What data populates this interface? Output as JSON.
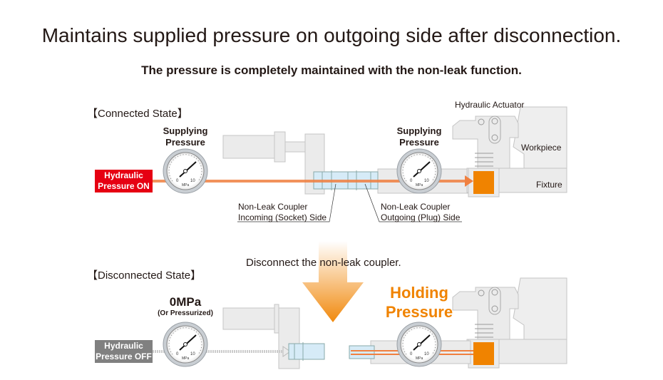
{
  "title": "Maintains supplied pressure on outgoing side after disconnection.",
  "subtitle": "The pressure is completely maintained with the non-leak function.",
  "connected": {
    "heading": "【Connected State】",
    "badge_line1": "Hydraulic",
    "badge_line2": "Pressure ON",
    "gauge_label_left_1": "Supplying",
    "gauge_label_left_2": "Pressure",
    "gauge_label_right_1": "Supplying",
    "gauge_label_right_2": "Pressure",
    "socket_label_1": "Non-Leak Coupler",
    "socket_label_2": "Incoming (Socket) Side",
    "plug_label_1": "Non-Leak Coupler",
    "plug_label_2": "Outgoing (Plug) Side",
    "actuator_label": "Hydraulic Actuator",
    "workpiece_label": "Workpiece",
    "fixture_label": "Fixture"
  },
  "transition": "Disconnect the non-leak coupler.",
  "disconnected": {
    "heading": "【Disconnected State】",
    "zero_label": "0MPa",
    "zero_note": "(Or Pressurized)",
    "badge_line1": "Hydraulic",
    "badge_line2": "Pressure OFF",
    "holding_1": "Holding",
    "holding_2": "Pressure"
  },
  "gauge": {
    "min": "0",
    "max": "10",
    "unit": "MPa"
  },
  "colors": {
    "on": "#e60012",
    "off": "#808080",
    "pipe": "#f08040",
    "accent": "#f08300",
    "coupler": "#d6ebf7"
  }
}
